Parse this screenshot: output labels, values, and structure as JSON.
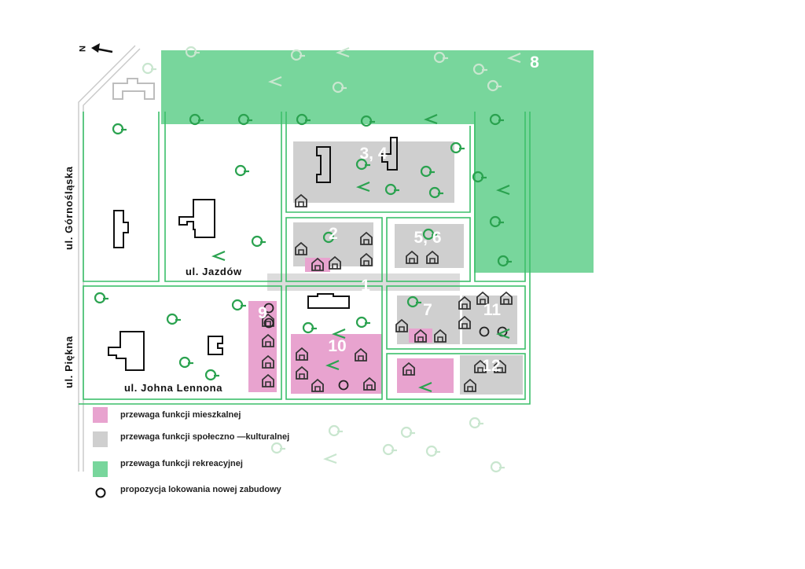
{
  "map": {
    "north_label": "N",
    "streets": {
      "gornoslaska": "ul. Górnośląska",
      "jazdow": "ul. Jazdów",
      "piekna": "ul. Piękna",
      "lennona": "ul. Johna Lennona"
    },
    "zones": {
      "z1": "1",
      "z2": "2",
      "z34": "3, 4",
      "z56": "5, 6",
      "z7": "7",
      "z8": "8",
      "z9": "9",
      "z10": "10",
      "z11": "11",
      "z12": "12"
    },
    "colors": {
      "residential": "#e8a3cf",
      "socio_cultural": "#cfcfcf",
      "recreational": "#78d69c",
      "block_outline": "#3cbf6a",
      "tree_icon": "#2aa24f"
    }
  },
  "legend": {
    "items": [
      {
        "label": "przewaga funkcji mieszkalnej",
        "color": "#e8a3cf"
      },
      {
        "label": "przewaga funkcji społeczno —kulturalnej",
        "color": "#cfcfcf"
      },
      {
        "label": "przewaga funkcji rekreacyjnej",
        "color": "#78d69c"
      }
    ],
    "new_building_label": "propozycja lokowania nowej zabudowy"
  }
}
